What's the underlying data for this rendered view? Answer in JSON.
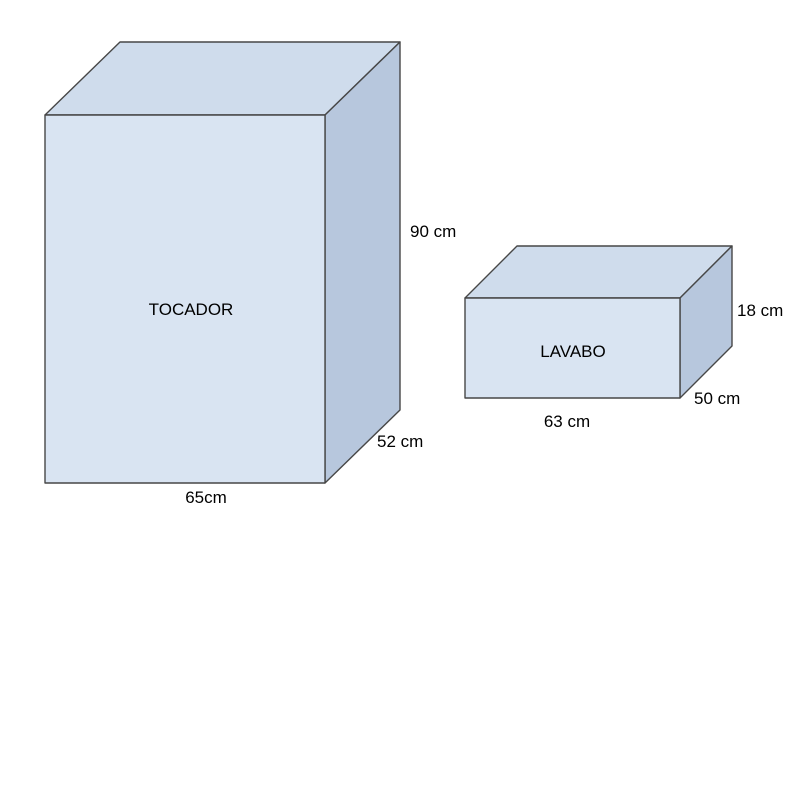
{
  "diagram": {
    "title": "two rectangular prisms with dimension labels",
    "background": "#ffffff"
  },
  "colors": {
    "front_face": "#d9e4f2",
    "top_face": "#cfdcec",
    "side_face": "#b7c7dd",
    "stroke": "#474747",
    "text": "#000000"
  },
  "boxes": [
    {
      "label": "TOCADOR",
      "height_label": "90 cm",
      "depth_label": "52 cm",
      "width_label": "65cm"
    },
    {
      "label": "LAVABO",
      "height_label": "18 cm",
      "depth_label": "50 cm",
      "width_label": "63 cm"
    }
  ]
}
